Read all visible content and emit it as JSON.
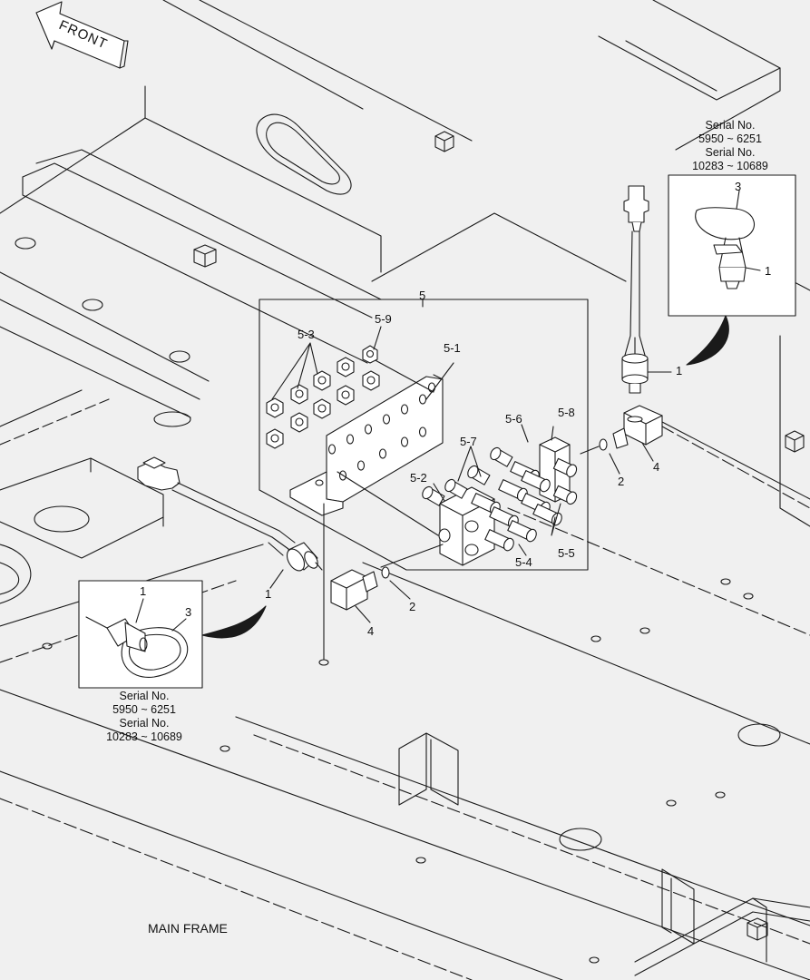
{
  "orientation_label": "FRONT",
  "caption": "MAIN FRAME",
  "serial_notes": {
    "top_right": [
      "Serial No.",
      "5950 ~ 6251",
      "Serial No.",
      "10283 ~ 10689"
    ],
    "bottom_left": [
      "Serial No.",
      "5950 ~ 6251",
      "Serial No.",
      "10283 ~ 10689"
    ]
  },
  "callouts": {
    "assembly": "5",
    "c_5_1": "5-1",
    "c_5_2": "5-2",
    "c_5_3": "5-3",
    "c_5_4": "5-4",
    "c_5_5": "5-5",
    "c_5_6": "5-6",
    "c_5_7": "5-7",
    "c_5_8": "5-8",
    "c_5_9": "5-9",
    "r_sensor": "1",
    "r_oring": "2",
    "r_elbow": "4",
    "l_sensor": "1",
    "l_oring": "2",
    "l_elbow": "4",
    "inset_tr_sensor": "1",
    "inset_tr_loop": "3",
    "inset_bl_sensor": "1",
    "inset_bl_loop": "3"
  },
  "colors": {
    "line": "#1a1a1a",
    "background": "#f0f0f0",
    "fill": "#ffffff"
  }
}
